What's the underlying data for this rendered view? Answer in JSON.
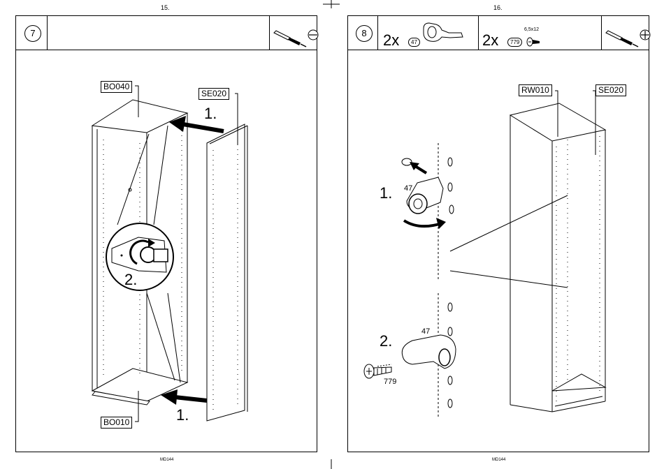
{
  "left_page": {
    "page_number": "15.",
    "footer": "MD144",
    "step_number": "7",
    "labels": {
      "top_panel": "BO040",
      "side_panel": "SE020",
      "bottom_panel": "BO010"
    },
    "callouts": {
      "push_top": "1.",
      "rotate": "2.",
      "push_bottom": "1."
    },
    "tool_icon": "flathead-screwdriver-icon"
  },
  "right_page": {
    "page_number": "16.",
    "footer": "MD144",
    "step_number": "8",
    "parts": [
      {
        "quantity": "2x",
        "part_id": "47",
        "icon": "cam-fitting-icon"
      },
      {
        "quantity": "2x",
        "part_id": "779",
        "size": "6,5x12",
        "icon": "screw-icon"
      }
    ],
    "labels": {
      "back_panel": "RW010",
      "side_panel": "SE020"
    },
    "callouts": {
      "step1": "1.",
      "step1_part": "47",
      "step2": "2.",
      "step2_part": "47",
      "step2_screw": "779"
    },
    "tool_icon": "phillips-screwdriver-icon"
  }
}
